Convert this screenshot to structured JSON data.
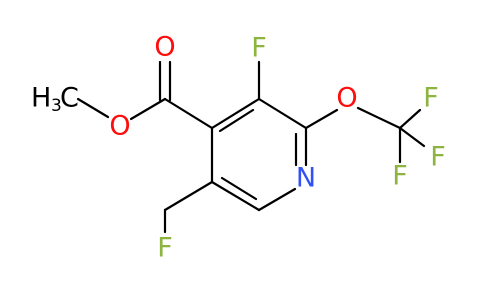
{
  "molecule": {
    "atoms": {
      "fluorine_ring": "F",
      "nitrogen": "N",
      "oxygen_ether": "O",
      "fluorine_cf3_top": "F",
      "fluorine_cf3_right": "F",
      "fluorine_cf3_bottom": "F",
      "oxygen_carbonyl": "O",
      "oxygen_ester": "O",
      "methyl_h": "H",
      "methyl_sub": "3",
      "methyl_c": "C",
      "fluorine_ch2f": "F"
    },
    "colors": {
      "bond": "#000000",
      "fluorine": "#8db43f",
      "nitrogen": "#3050f8",
      "oxygen": "#ff0d0d",
      "carbon": "#000000"
    }
  }
}
